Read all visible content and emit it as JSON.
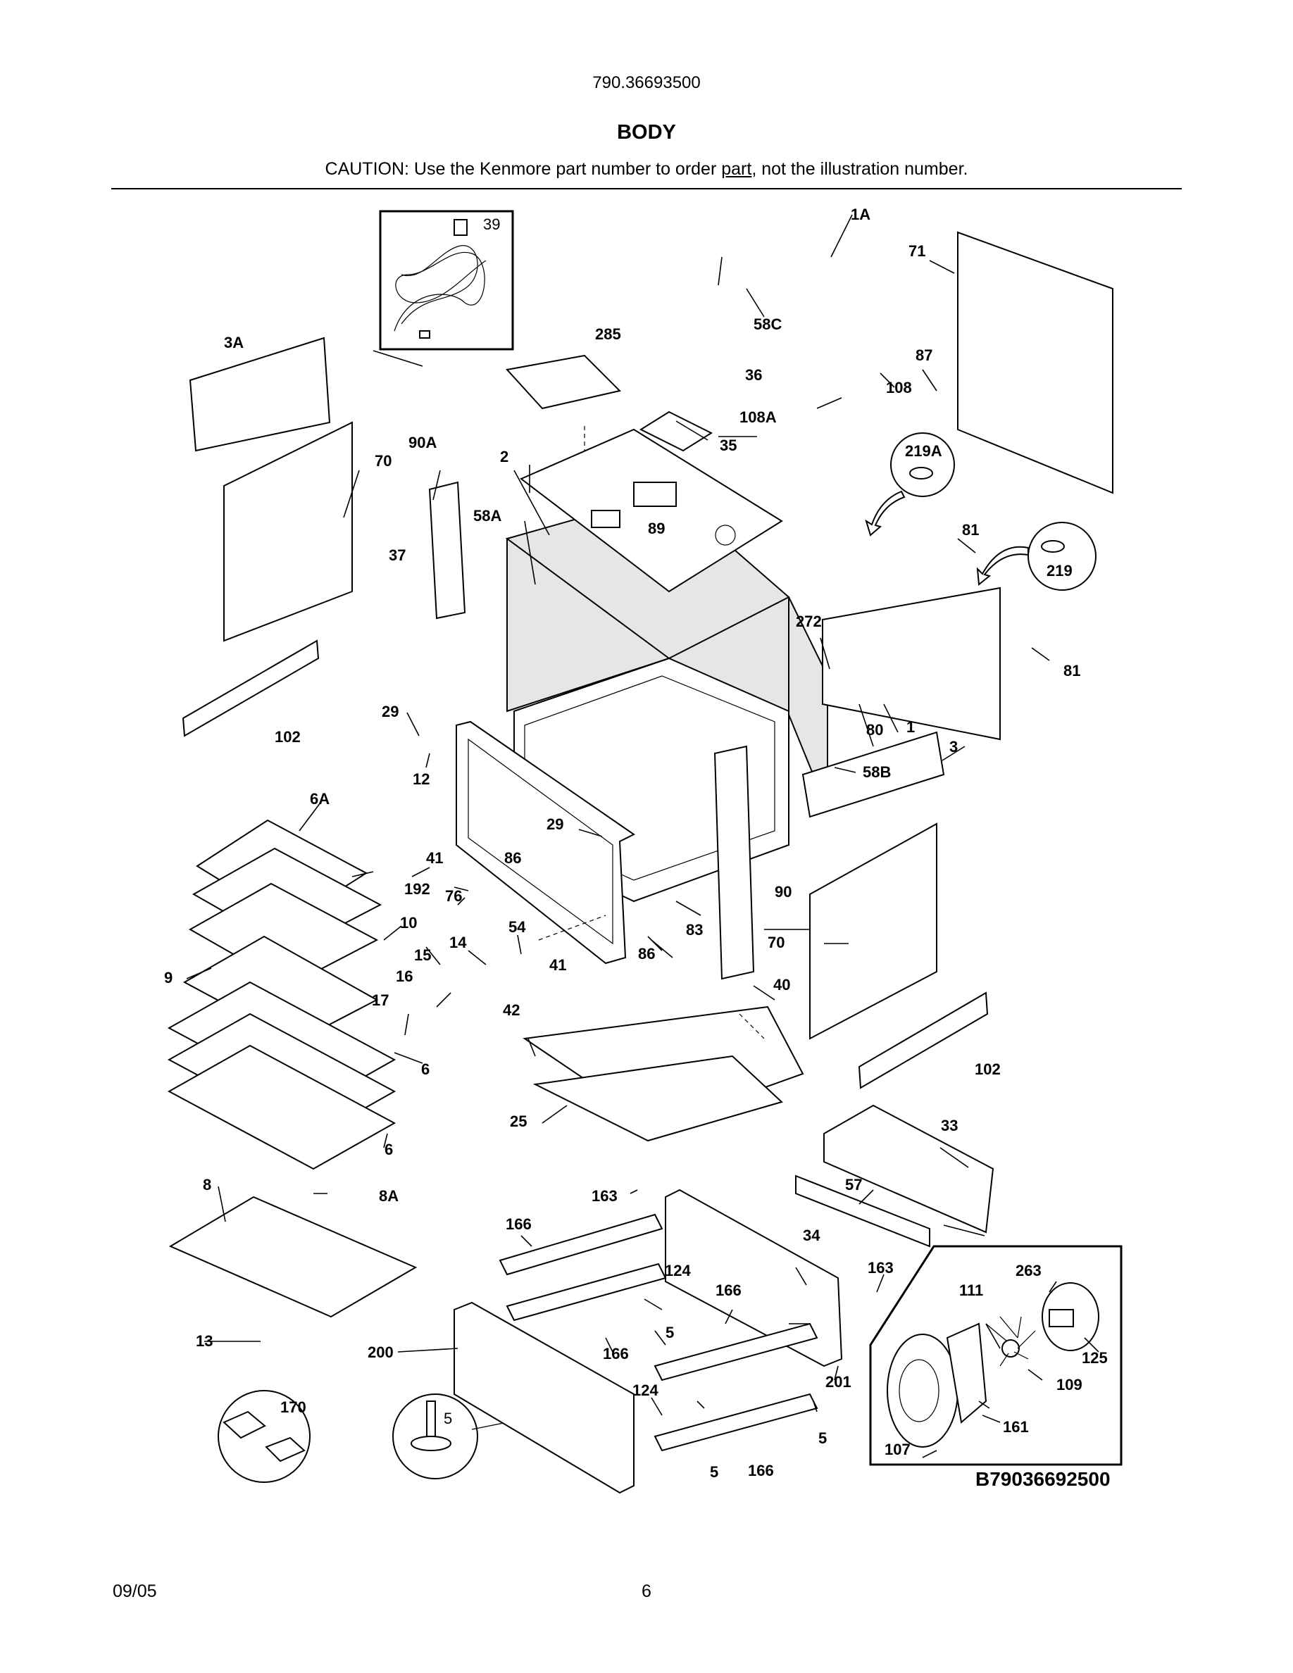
{
  "header": {
    "model_number": "790.36693500",
    "section_title": "BODY",
    "caution_prefix": "CAUTION: Use the Kenmore part number to order ",
    "caution_underlined": "part",
    "caution_suffix": ", not the illustration number."
  },
  "diagram": {
    "drawing_number": "B79036692500",
    "callouts": [
      "1A",
      "71",
      "58C",
      "39",
      "3A",
      "285",
      "87",
      "36",
      "108",
      "108A",
      "35",
      "70",
      "90A",
      "2",
      "219A",
      "58A",
      "89",
      "81",
      "37",
      "219",
      "272",
      "81",
      "29",
      "102",
      "80",
      "1",
      "3",
      "12",
      "58B",
      "6A",
      "29",
      "41",
      "86",
      "192",
      "76",
      "90",
      "10",
      "54",
      "83",
      "70",
      "15",
      "14",
      "86",
      "41",
      "9",
      "16",
      "40",
      "17",
      "42",
      "6",
      "102",
      "25",
      "6",
      "33",
      "8",
      "57",
      "8A",
      "163",
      "166",
      "34",
      "163",
      "263",
      "124",
      "166",
      "111",
      "5",
      "125",
      "13",
      "200",
      "166",
      "124",
      "109",
      "201",
      "170",
      "5",
      "107",
      "161",
      "5",
      "5",
      "166"
    ]
  },
  "footer": {
    "date": "09/05",
    "page": "6"
  }
}
